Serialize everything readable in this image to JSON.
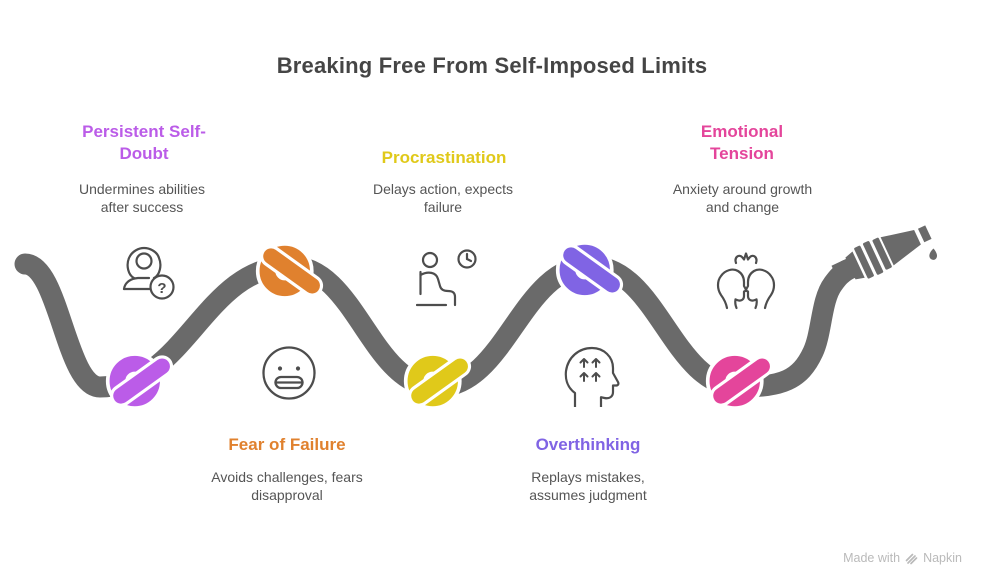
{
  "title": "Breaking Free From Self-Imposed Limits",
  "items": [
    {
      "label": "Persistent Self-Doubt",
      "desc": "Undermines abilities after success",
      "color": "#bb5ce8",
      "icon": "user-question-icon",
      "knot": "knot-purple"
    },
    {
      "label": "Fear of Failure",
      "desc": "Avoids challenges, fears disapproval",
      "color": "#e0812e",
      "icon": "grimace-face-icon",
      "knot": "knot-orange"
    },
    {
      "label": "Procrastination",
      "desc": "Delays action, expects failure",
      "color": "#e0c91a",
      "icon": "waiting-person-clock-icon",
      "knot": "knot-yellow"
    },
    {
      "label": "Overthinking",
      "desc": "Replays mistakes, assumes judgment",
      "color": "#8064e4",
      "icon": "head-arrows-up-icon",
      "knot": "knot-violet"
    },
    {
      "label": "Emotional Tension",
      "desc": "Anxiety around growth and change",
      "color": "#e4459b",
      "icon": "conflict-heads-icon",
      "knot": "knot-pink"
    }
  ],
  "watermark": {
    "text": "Made with",
    "brand": "Napkin",
    "icon": "napkin-logo-icon"
  },
  "colors": {
    "rope": "#6a6a6a",
    "title": "#454545",
    "description": "#555555",
    "icon_stroke": "#4d4d4d",
    "watermark": "#bababa",
    "background": "#ffffff"
  },
  "question_mark": "?"
}
